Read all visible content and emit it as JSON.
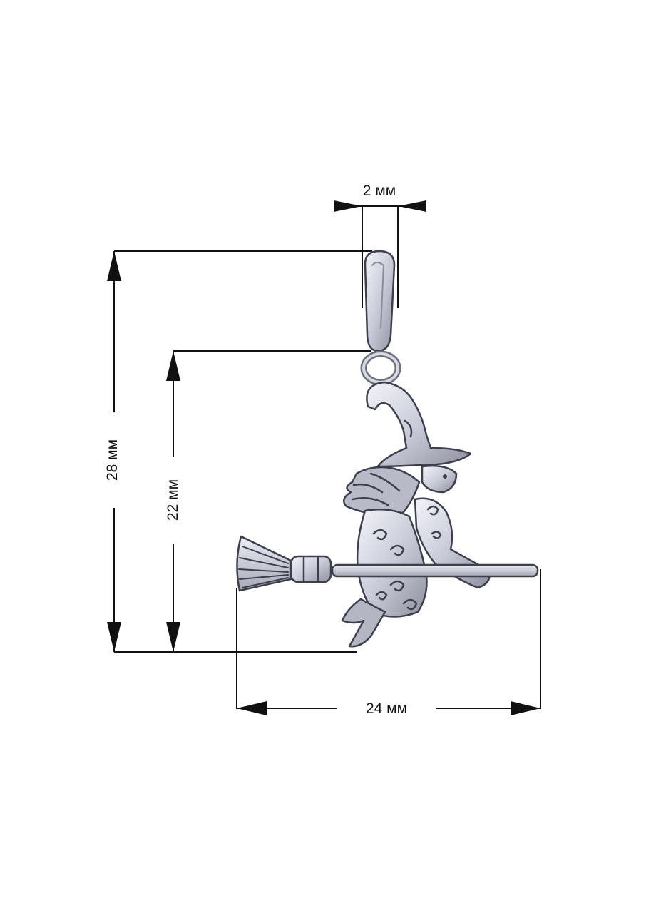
{
  "dimensions": {
    "bail_width": {
      "label": "2 мм",
      "value_mm": 2
    },
    "total_height": {
      "label": "28 мм",
      "value_mm": 28
    },
    "pendant_height": {
      "label": "22 мм",
      "value_mm": 22
    },
    "pendant_width": {
      "label": "24 мм",
      "value_mm": 24
    }
  },
  "colors": {
    "line": "#111111",
    "metal": "#d4d6e2",
    "metal_dark": "#3e3f4c",
    "background": "#ffffff"
  }
}
